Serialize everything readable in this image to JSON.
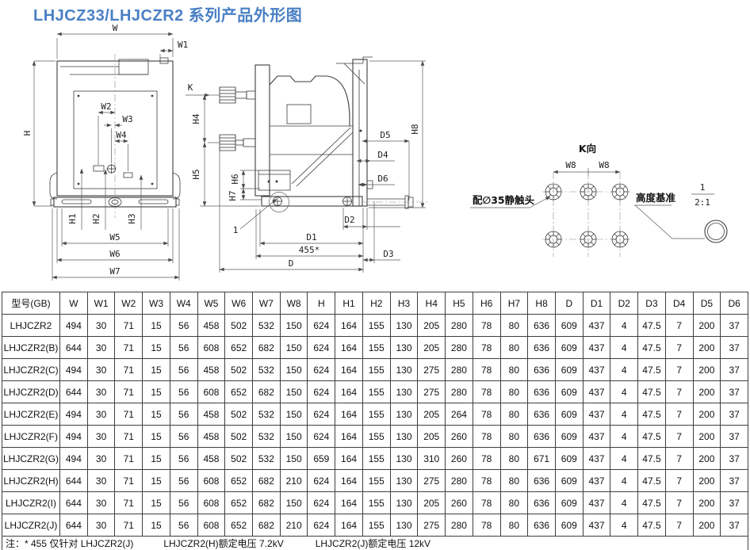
{
  "title": "LHJCZ33/LHJCZR2 系列产品外形图",
  "drawings": {
    "front": {
      "w": "W",
      "w1": "W1",
      "w2": "W2",
      "w3": "W3",
      "w4": "W4",
      "h": "H",
      "h1": "H1",
      "h2": "H2",
      "h3": "H3",
      "w5": "W5",
      "w6": "W6",
      "w7": "W7"
    },
    "side": {
      "k": "K",
      "h4": "H4",
      "h5": "H5",
      "h6": "H6",
      "h7": "H7",
      "h8": "H8",
      "d5": "D5",
      "d4": "D4",
      "d6": "D6",
      "d2": "D2",
      "d1": "D1",
      "dim455": "455*",
      "d": "D",
      "d3": "D3",
      "item1": "1"
    },
    "kview": {
      "title": "K向",
      "w8": "W8",
      "contact_label": "配∅35静触头",
      "datum_label": "高度基准",
      "detail_item": "1",
      "detail_scale": "2:1"
    }
  },
  "table": {
    "columns": [
      "型号(GB)",
      "W",
      "W1",
      "W2",
      "W3",
      "W4",
      "W5",
      "W6",
      "W7",
      "W8",
      "H",
      "H1",
      "H2",
      "H3",
      "H4",
      "H5",
      "H6",
      "H7",
      "H8",
      "D",
      "D1",
      "D2",
      "D3",
      "D4",
      "D5",
      "D6"
    ],
    "rows": [
      [
        "LHJCZR2",
        494,
        30,
        71,
        15,
        56,
        458,
        502,
        532,
        150,
        624,
        164,
        155,
        130,
        205,
        280,
        78,
        80,
        636,
        609,
        437,
        4,
        47.5,
        7,
        200,
        37
      ],
      [
        "LHJCZR2(B)",
        644,
        30,
        71,
        15,
        56,
        608,
        652,
        682,
        150,
        624,
        164,
        155,
        130,
        205,
        280,
        78,
        80,
        636,
        609,
        437,
        4,
        47.5,
        7,
        200,
        37
      ],
      [
        "LHJCZR2(C)",
        494,
        30,
        71,
        15,
        56,
        458,
        502,
        532,
        150,
        624,
        164,
        155,
        130,
        275,
        280,
        78,
        80,
        636,
        609,
        437,
        4,
        47.5,
        7,
        200,
        37
      ],
      [
        "LHJCZR2(D)",
        644,
        30,
        71,
        15,
        56,
        608,
        652,
        682,
        150,
        624,
        164,
        155,
        130,
        275,
        280,
        78,
        80,
        636,
        609,
        437,
        4,
        47.5,
        7,
        200,
        37
      ],
      [
        "LHJCZR2(E)",
        494,
        30,
        71,
        15,
        56,
        458,
        502,
        532,
        150,
        624,
        164,
        155,
        130,
        205,
        264,
        78,
        80,
        636,
        609,
        437,
        4,
        47.5,
        7,
        200,
        37
      ],
      [
        "LHJCZR2(F)",
        494,
        30,
        71,
        15,
        56,
        458,
        502,
        532,
        150,
        624,
        164,
        155,
        130,
        205,
        260,
        78,
        80,
        636,
        609,
        437,
        4,
        47.5,
        7,
        200,
        37
      ],
      [
        "LHJCZR2(G)",
        494,
        30,
        71,
        15,
        56,
        458,
        502,
        532,
        150,
        659,
        164,
        155,
        130,
        310,
        260,
        78,
        80,
        671,
        609,
        437,
        4,
        47.5,
        7,
        200,
        37
      ],
      [
        "LHJCZR2(H)",
        644,
        30,
        71,
        15,
        56,
        608,
        652,
        682,
        210,
        624,
        164,
        155,
        130,
        275,
        280,
        78,
        80,
        636,
        609,
        437,
        4,
        47.5,
        7,
        200,
        37
      ],
      [
        "LHJCZR2(I)",
        644,
        30,
        71,
        15,
        56,
        608,
        652,
        682,
        150,
        624,
        164,
        155,
        130,
        205,
        260,
        78,
        80,
        636,
        609,
        437,
        4,
        47.5,
        7,
        200,
        37
      ],
      [
        "LHJCZR2(J)",
        644,
        30,
        71,
        15,
        56,
        608,
        652,
        682,
        210,
        624,
        164,
        155,
        130,
        275,
        280,
        78,
        80,
        636,
        609,
        437,
        4,
        47.5,
        7,
        200,
        37
      ]
    ],
    "note": {
      "part1": "注：* 455 仅针对 LHJCZR2(J)",
      "part2": "LHJCZR2(H)额定电压 7.2kV",
      "part3": "LHJCZR2(J)额定电压 12kV"
    }
  }
}
